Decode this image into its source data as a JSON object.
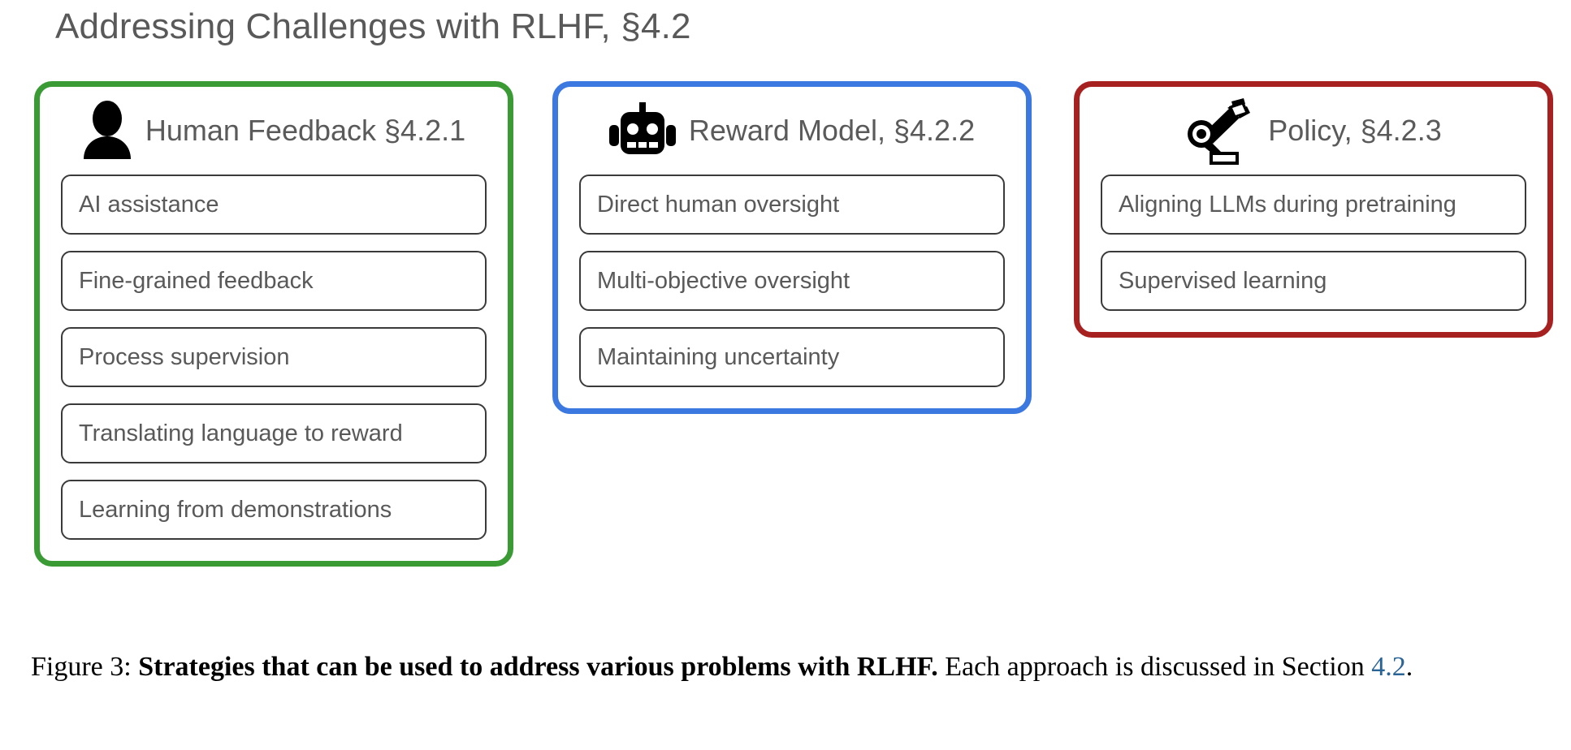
{
  "title": "Addressing Challenges with RLHF, §4.2",
  "colors": {
    "green": "#3A9B35",
    "blue": "#3B78E0",
    "red": "#A82121",
    "title_gray": "#595959",
    "item_text": "#595959",
    "item_border": "#3A3A3A",
    "link_blue": "#2A6496"
  },
  "panels": [
    {
      "id": "human-feedback",
      "icon": "person-silhouette-icon",
      "title": "Human Feedback §4.2.1",
      "accent": "#3A9B35",
      "items": [
        "AI assistance",
        "Fine-grained feedback",
        "Process supervision",
        "Translating language to reward",
        "Learning from demonstrations"
      ]
    },
    {
      "id": "reward-model",
      "icon": "robot-head-icon",
      "title": "Reward Model, §4.2.2",
      "accent": "#3B78E0",
      "items": [
        "Direct human oversight",
        "Multi-objective oversight",
        "Maintaining uncertainty"
      ]
    },
    {
      "id": "policy",
      "icon": "robot-arm-icon",
      "title": "Policy, §4.2.3",
      "accent": "#A82121",
      "items": [
        "Aligning LLMs during pretraining",
        "Supervised learning"
      ]
    }
  ],
  "caption": {
    "label": "Figure 3: ",
    "bold": "Strategies that can be used to address various problems with RLHF.",
    "rest_before_link": " Each approach is discussed in Section ",
    "link": "4.2",
    "rest_after_link": "."
  }
}
